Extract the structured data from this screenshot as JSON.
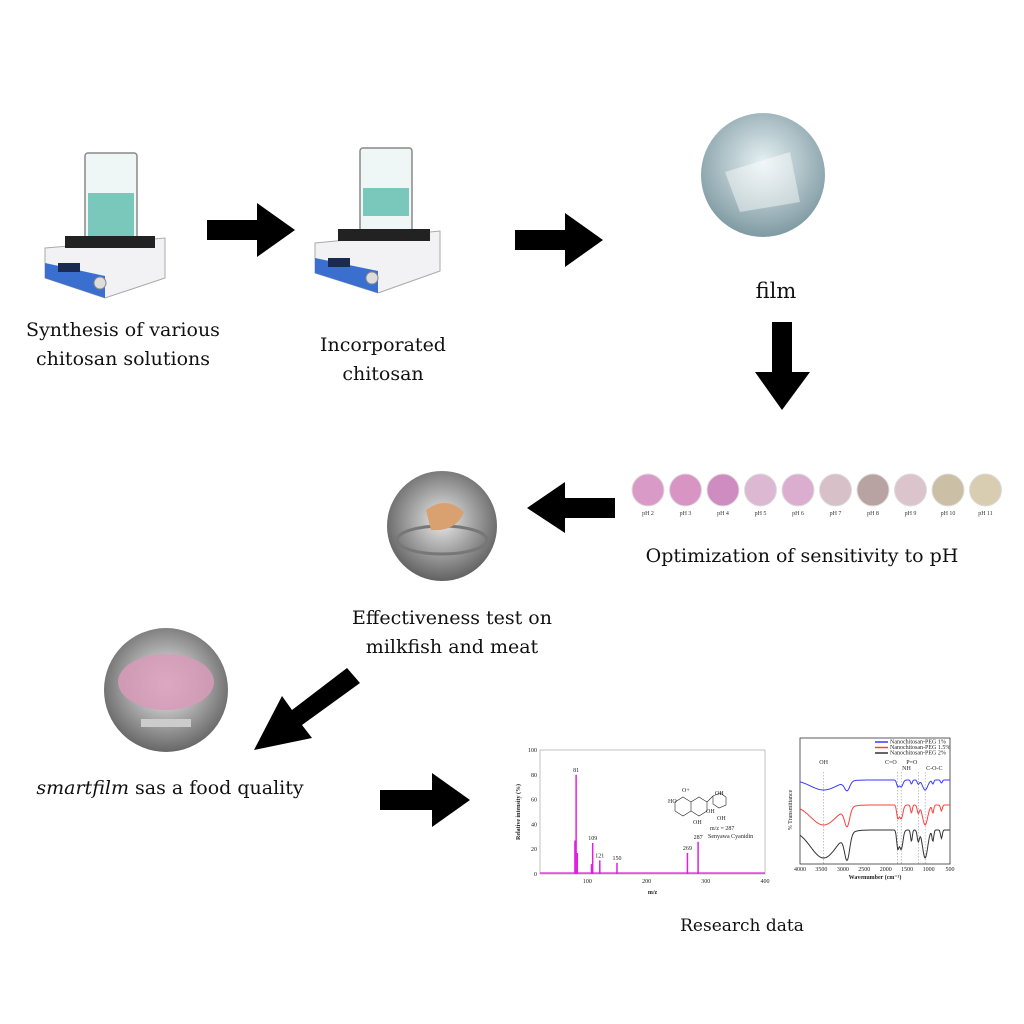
{
  "steps": {
    "synthesis": {
      "line1": "Synthesis of various",
      "line2": "chitosan solutions"
    },
    "incorporated": {
      "line1": "Incorporated",
      "line2": "chitosan"
    },
    "film": "film",
    "ph_optimization": "Optimization of sensitivity to pH",
    "effectiveness": {
      "line1": "Effectiveness test on",
      "line2": "milkfish and meat"
    },
    "smartfilm": {
      "italic": "smartfilm",
      "rest": " sas a food quality"
    },
    "research": "Research data"
  },
  "ph_samples": [
    {
      "label": "pH 2",
      "color": "#d99ac8"
    },
    {
      "label": "pH 3",
      "color": "#d895c4"
    },
    {
      "label": "pH 4",
      "color": "#cf8cc0"
    },
    {
      "label": "pH 5",
      "color": "#dcb8d2"
    },
    {
      "label": "pH 6",
      "color": "#dbaed0"
    },
    {
      "label": "pH 7",
      "color": "#d8c0c8"
    },
    {
      "label": "pH 8",
      "color": "#b9a2a2"
    },
    {
      "label": "pH 9",
      "color": "#dcc4cc"
    },
    {
      "label": "pH 10",
      "color": "#cbbfa6"
    },
    {
      "label": "pH 11",
      "color": "#d9cdb1"
    }
  ],
  "chart_data": [
    {
      "type": "bar",
      "xlabel": "m/z",
      "ylabel": "Relative intensity (%)",
      "xlim": [
        20,
        400
      ],
      "ylim": [
        0,
        100
      ],
      "xticks": [
        "100",
        "200",
        "300",
        "400"
      ],
      "yticks": [
        "0",
        "20",
        "40",
        "60",
        "80",
        "100"
      ],
      "color": "#e020e0",
      "peaks": [
        {
          "x": 79,
          "y": 27
        },
        {
          "x": 81,
          "y": 80,
          "label": "81"
        },
        {
          "x": 83,
          "y": 17
        },
        {
          "x": 107,
          "y": 8
        },
        {
          "x": 109,
          "y": 25,
          "label": "109"
        },
        {
          "x": 121,
          "y": 11,
          "label": "121"
        },
        {
          "x": 150,
          "y": 9,
          "label": "150"
        },
        {
          "x": 269,
          "y": 17,
          "label": "269"
        },
        {
          "x": 287,
          "y": 26,
          "label": "287"
        }
      ],
      "annotations": [
        "m/z = 287",
        "Senyawa Cyanidin",
        "OH",
        "OH",
        "HO",
        "O+",
        "OH",
        "OH"
      ]
    },
    {
      "type": "line",
      "xlabel": "Wavenumber (cm⁻¹)",
      "ylabel": "% Transmittance",
      "xlim": [
        4000,
        500
      ],
      "xticks": [
        "4000",
        "3500",
        "3000",
        "2500",
        "2000",
        "1500",
        "1000",
        "500"
      ],
      "legend": "top-right",
      "series": [
        {
          "name": "Nanochitosan-PEG 1%",
          "color": "#3a3aff"
        },
        {
          "name": "Nanochitosan-PEG 1.5%",
          "color": "#ff4040"
        },
        {
          "name": "Nanochitosan-PEG 2%",
          "color": "#333333"
        }
      ],
      "band_labels": [
        "OH",
        "C=O",
        "NH",
        "P=O",
        "C-O-C"
      ]
    }
  ]
}
